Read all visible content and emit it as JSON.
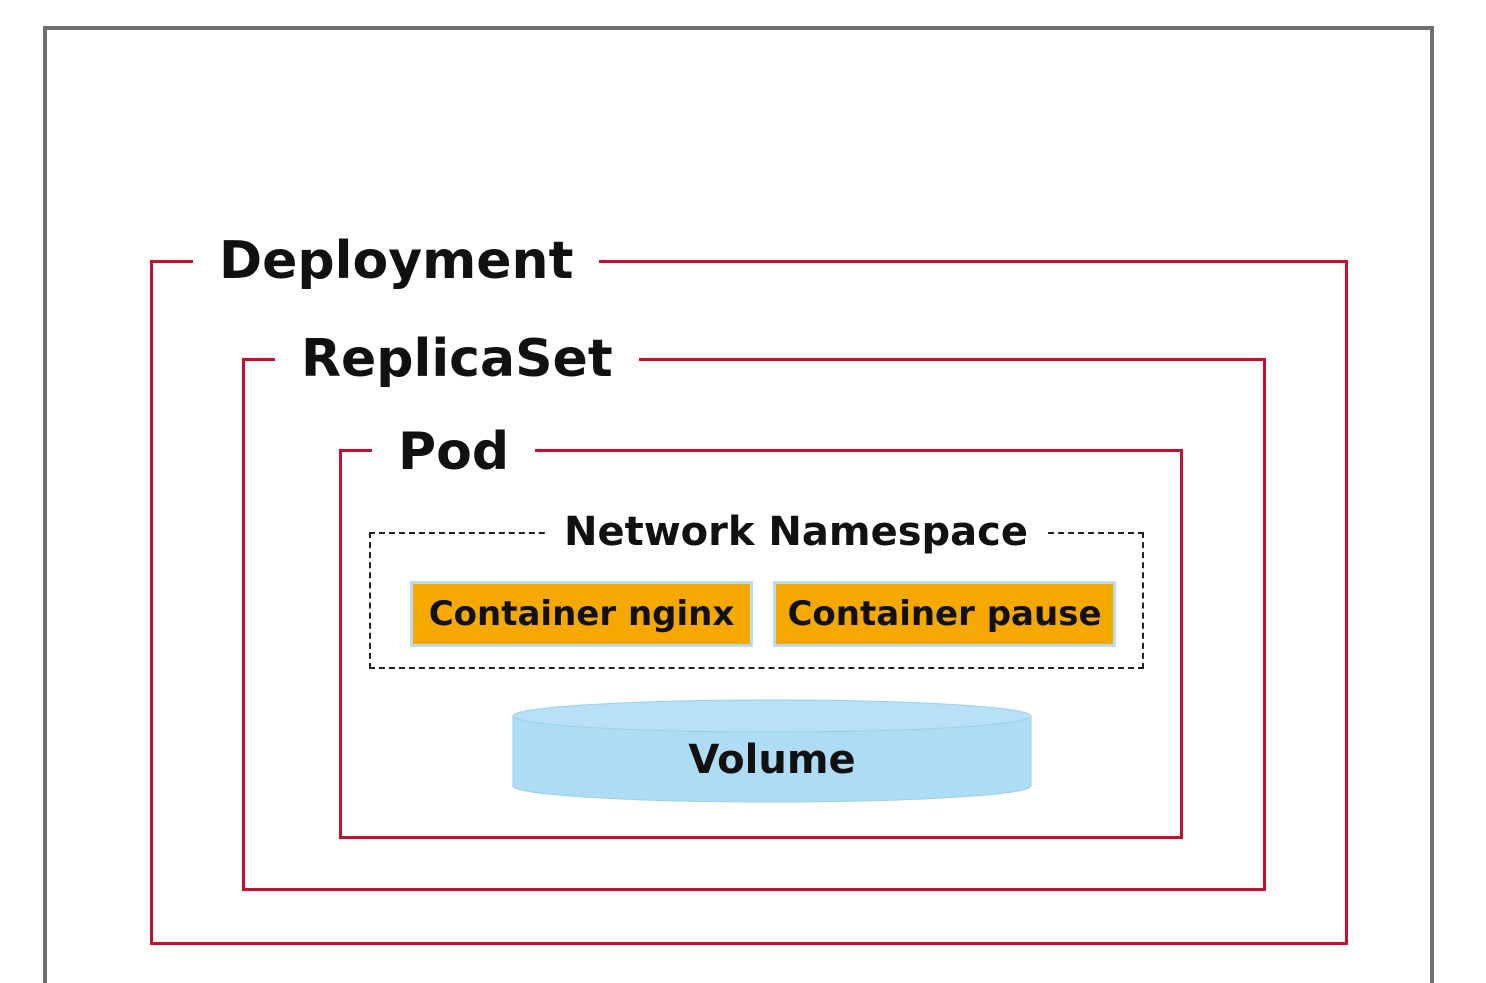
{
  "diagram": {
    "deployment": {
      "label": "Deployment"
    },
    "replicaset": {
      "label": "ReplicaSet"
    },
    "pod": {
      "label": "Pod"
    },
    "network_namespace": {
      "label": "Network Namespace"
    },
    "containers": [
      {
        "label": "Container nginx"
      },
      {
        "label": "Container pause"
      }
    ],
    "volume": {
      "label": "Volume"
    }
  },
  "colors": {
    "box_border": "#c8102e",
    "container_fill": "#f5a800",
    "volume_fill": "#aedcf5"
  }
}
